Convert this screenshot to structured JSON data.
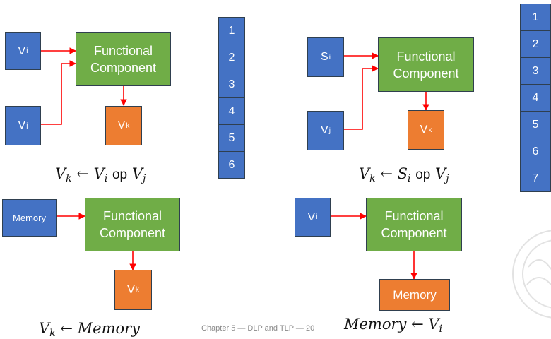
{
  "footer": "Chapter 5 — DLP and TLP — 20",
  "colors": {
    "register": "#4472c4",
    "functional": "#70ad47",
    "result": "#ed7d31",
    "arrow": "#ff0000"
  },
  "icons": {
    "logo": "university-seal-icon"
  },
  "diagrams": {
    "vv": {
      "src_a": {
        "base": "V",
        "sub": "i"
      },
      "src_b": {
        "base": "V",
        "sub": "j"
      },
      "fc": [
        "Functional",
        "Component"
      ],
      "dst": {
        "base": "V",
        "sub": "k"
      },
      "eq": {
        "lhs": "V",
        "lhs_sub": "k",
        "arrow": "←",
        "a": "V",
        "a_sub": "i",
        "op": "op",
        "b": "V",
        "b_sub": "j"
      }
    },
    "sv": {
      "src_a": {
        "base": "S",
        "sub": "i"
      },
      "src_b": {
        "base": "V",
        "sub": "j"
      },
      "fc": [
        "Functional",
        "Component"
      ],
      "dst": {
        "base": "V",
        "sub": "k"
      },
      "eq": {
        "lhs": "V",
        "lhs_sub": "k",
        "arrow": "←",
        "a": "S",
        "a_sub": "i",
        "op": "op",
        "b": "V",
        "b_sub": "j"
      }
    },
    "load": {
      "src": "Memory",
      "fc": [
        "Functional",
        "Component"
      ],
      "dst": {
        "base": "V",
        "sub": "k"
      },
      "eq": {
        "lhs": "V",
        "lhs_sub": "k",
        "arrow": "←",
        "rhs": "Memory"
      }
    },
    "store": {
      "src": {
        "base": "V",
        "sub": "i"
      },
      "fc": [
        "Functional",
        "Component"
      ],
      "dst": "Memory",
      "eq": {
        "lhs": "Memory",
        "arrow": "←",
        "rhs": "V",
        "rhs_sub": "i"
      }
    }
  },
  "stack_a": [
    "1",
    "2",
    "3",
    "4",
    "5",
    "6"
  ],
  "stack_b": [
    "1",
    "2",
    "3",
    "4",
    "5",
    "6",
    "7"
  ]
}
